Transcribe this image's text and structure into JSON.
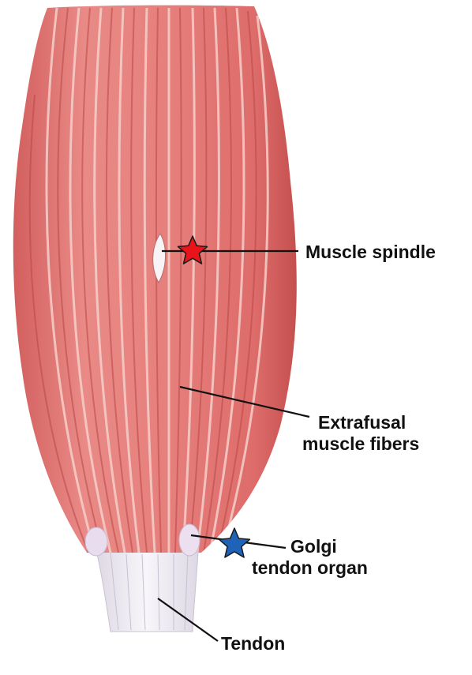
{
  "labels": {
    "muscle_spindle": "Muscle spindle",
    "extrafusal_line1": "Extrafusal",
    "extrafusal_line2": "muscle fibers",
    "golgi_line1": "Golgi",
    "golgi_line2": "tendon organ",
    "tendon": "Tendon"
  },
  "colors": {
    "muscle": "#e27a78",
    "muscle_dark": "#c9504f",
    "fiber_highlight": "#f7d2cd",
    "tendon": "#eeeaf2",
    "star_spindle": "#e8141a",
    "star_golgi": "#1f63b8",
    "leader_line": "#111111"
  },
  "icons": {
    "spindle_marker": "red-star-icon",
    "golgi_marker": "blue-star-icon"
  }
}
